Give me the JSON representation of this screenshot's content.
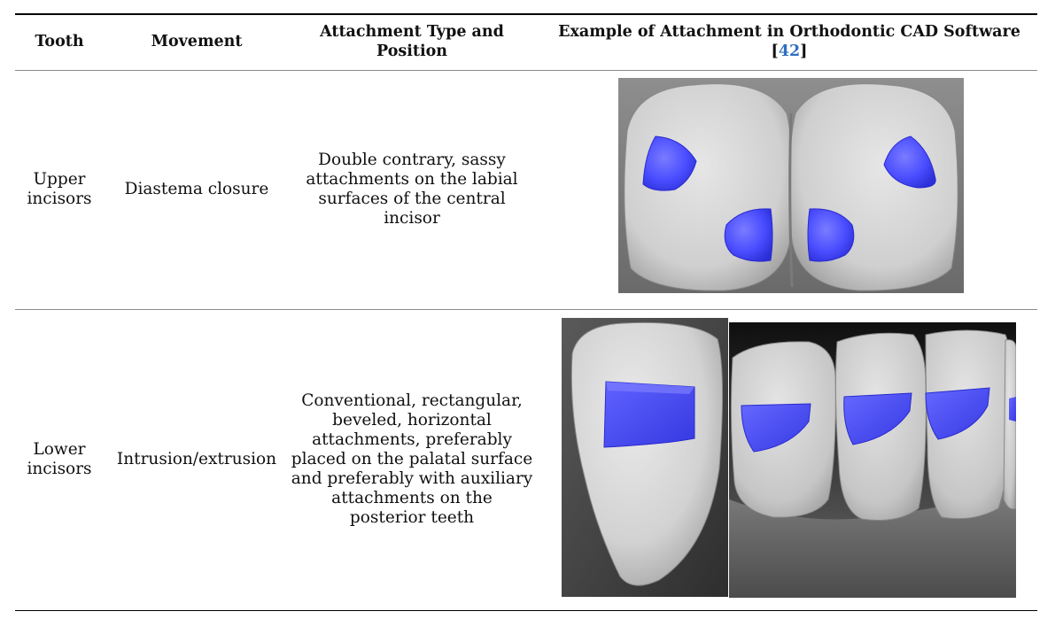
{
  "table": {
    "headers": {
      "tooth": "Tooth",
      "movement": "Movement",
      "attachment_line1": "Attachment Type and",
      "attachment_line2": "Position",
      "example": "Example of Attachment in Orthodontic CAD Software [",
      "example_ref": "42",
      "example_close": "]"
    },
    "rows": [
      {
        "tooth_line1": "Upper",
        "tooth_line2": "incisors",
        "movement": "Diastema closure",
        "attachment_lines": [
          "Double contrary, sassy",
          "attachments on the labial",
          "surfaces of the central incisor"
        ]
      },
      {
        "tooth_line1": "Lower",
        "tooth_line2": "incisors",
        "movement": "Intrusion/extrusion",
        "attachment_lines": [
          "Conventional, rectangular,",
          "beveled, horizontal",
          "attachments, preferably",
          "placed on the palatal surface",
          "and preferably with auxiliary",
          "attachments on the",
          "posterior teeth"
        ]
      }
    ]
  },
  "colors": {
    "attachment_blue": "#4a4dff",
    "tooth_gray": "#d4d4d4",
    "background_dark": "#1a1a1a"
  }
}
